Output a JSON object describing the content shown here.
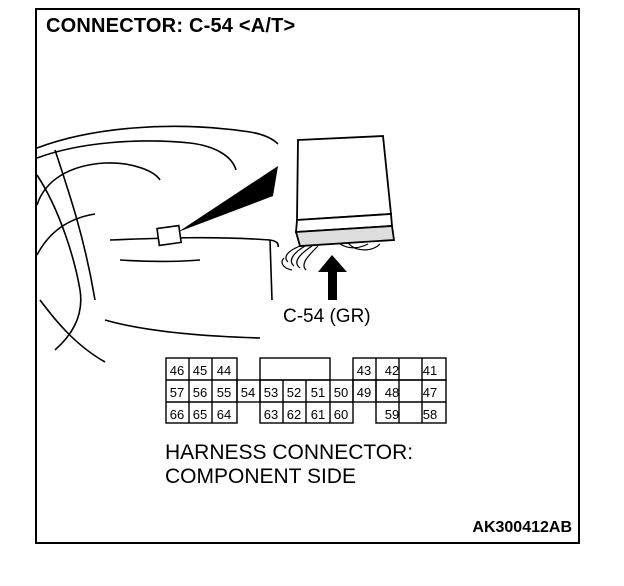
{
  "title": "CONNECTOR: C-54 <A/T>",
  "callout_label": "C-54 (GR)",
  "caption": [
    "HARNESS CONNECTOR:",
    "COMPONENT SIDE"
  ],
  "figure_code": "AK300412AB",
  "connector_pins": {
    "row1": [
      "46",
      "45",
      "44",
      "",
      "",
      "",
      "",
      "",
      "43",
      "42",
      "41"
    ],
    "row2": [
      "57",
      "56",
      "55",
      "54",
      "53",
      "52",
      "51",
      "50",
      "49",
      "48",
      "47"
    ],
    "row3": [
      "66",
      "65",
      "64",
      "",
      "63",
      "62",
      "61",
      "60",
      "",
      "59",
      "58"
    ]
  }
}
